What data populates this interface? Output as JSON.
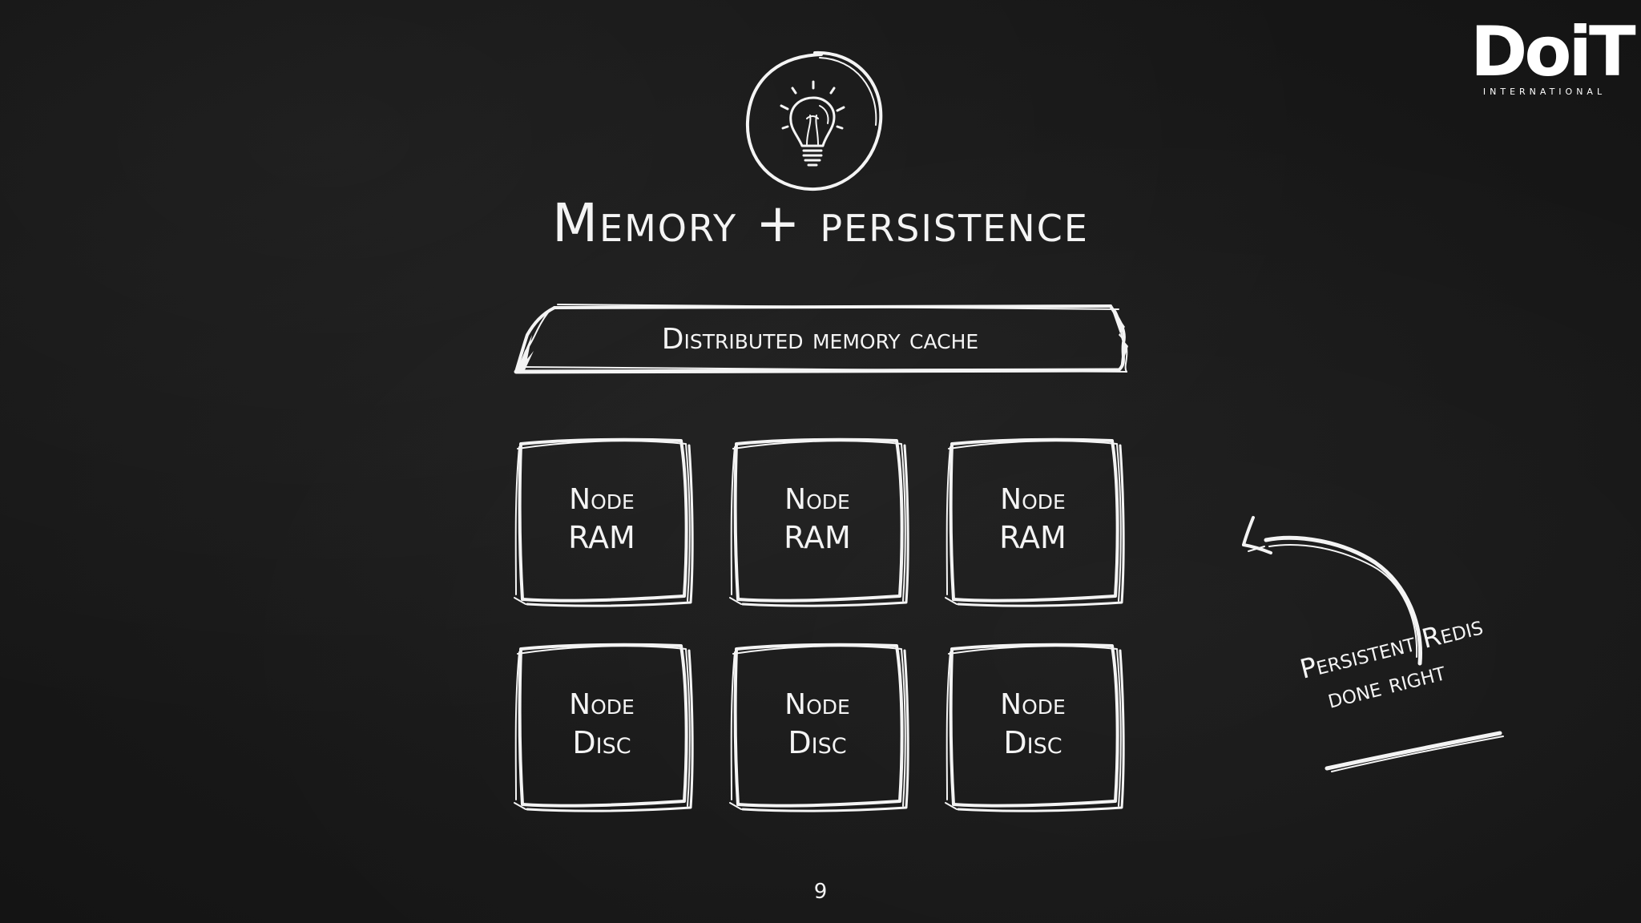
{
  "logo": {
    "main": "DoiT",
    "sub": "INTERNATIONAL"
  },
  "slide": {
    "icon": "lightbulb-icon",
    "title": "Memory + persistence",
    "banner": "Distributed memory cache",
    "nodes": [
      {
        "line1": "Node",
        "line2": "RAM"
      },
      {
        "line1": "Node",
        "line2": "RAM"
      },
      {
        "line1": "Node",
        "line2": "RAM"
      },
      {
        "line1": "Node",
        "line2": "Disc"
      },
      {
        "line1": "Node",
        "line2": "Disc"
      },
      {
        "line1": "Node",
        "line2": "Disc"
      }
    ],
    "annotation": {
      "line1": "Persistent Redis",
      "line2": "done right"
    },
    "page_number": "9"
  },
  "colors": {
    "background": "#1a1a1a",
    "chalk": "#f4f4f4"
  }
}
